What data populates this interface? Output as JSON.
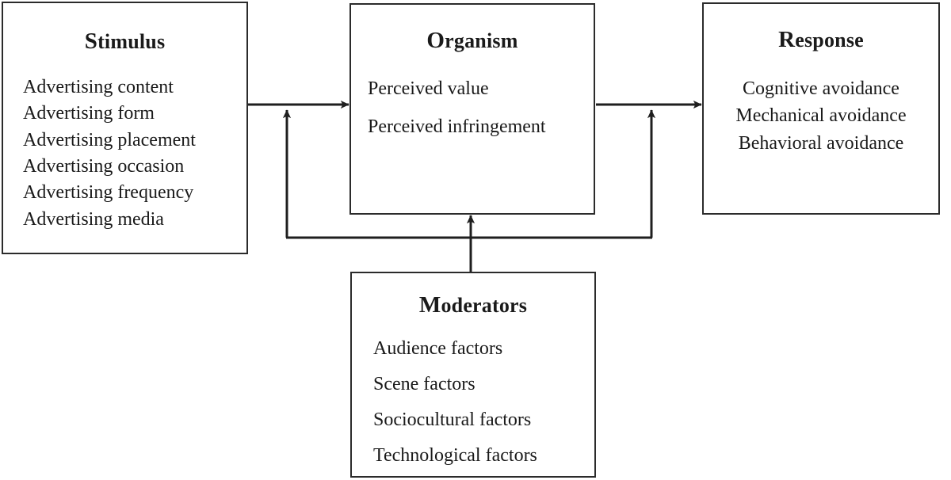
{
  "diagram": {
    "type": "stimulus-organism-response-framework",
    "background_color": "#ffffff",
    "line_color": "#2b2b2b",
    "nodes": {
      "stimulus": {
        "title_lead": "S",
        "title_rest": "timulus",
        "title": "Stimulus",
        "items": [
          "Advertising content",
          "Advertising form",
          "Advertising placement",
          "Advertising occasion",
          "Advertising frequency",
          "Advertising media"
        ]
      },
      "organism": {
        "title_lead": "O",
        "title_rest": "rganism",
        "title": "Organism",
        "items": [
          "Perceived value",
          "Perceived infringement"
        ]
      },
      "response": {
        "title_lead": "R",
        "title_rest": "esponse",
        "title": "Response",
        "items": [
          "Cognitive avoidance",
          "Mechanical avoidance",
          "Behavioral avoidance"
        ]
      },
      "moderators": {
        "title_lead": "M",
        "title_rest": "oderators",
        "title": "Moderators",
        "items": [
          "Audience factors",
          "Scene factors",
          "Sociocultural factors",
          "Technological factors"
        ]
      }
    },
    "connectors": [
      {
        "name": "stimulus-to-organism",
        "from": "stimulus",
        "to": "organism",
        "style": "solid-arrow"
      },
      {
        "name": "organism-to-response",
        "from": "organism",
        "to": "response",
        "style": "solid-arrow"
      },
      {
        "name": "moderators-to-organism",
        "from": "moderators",
        "to": "organism",
        "style": "solid-arrow"
      },
      {
        "name": "moderators-to-stimulus-organism-path",
        "from": "moderators",
        "to": "stimulus-to-organism",
        "style": "solid-arrow"
      },
      {
        "name": "moderators-to-organism-response-path",
        "from": "moderators",
        "to": "organism-to-response",
        "style": "solid-arrow"
      }
    ]
  }
}
